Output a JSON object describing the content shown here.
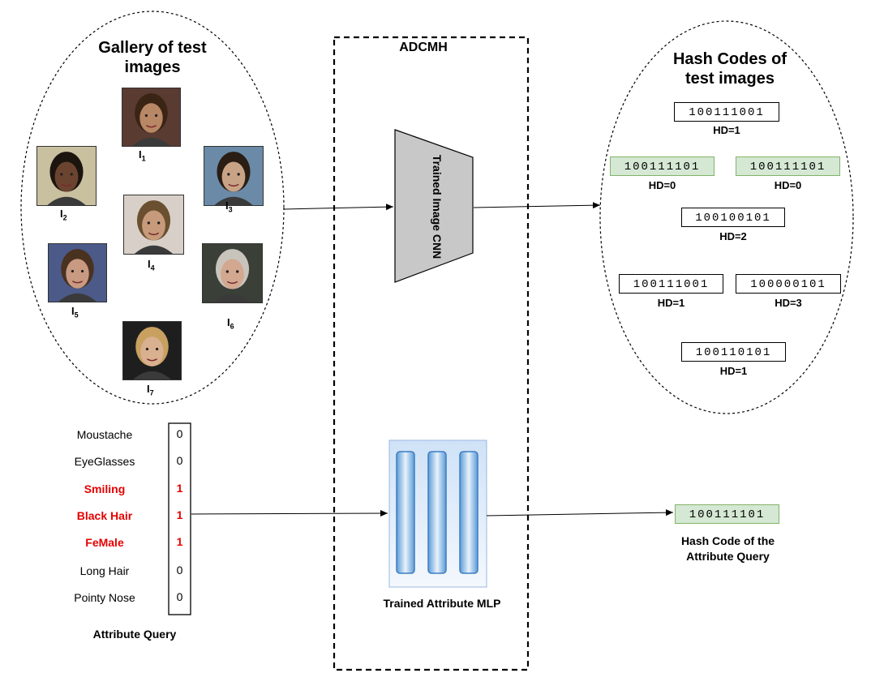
{
  "gallery": {
    "title_line1": "Gallery of test",
    "title_line2": "images",
    "images": [
      {
        "label": "I",
        "sub": "1",
        "skin": "#b88766",
        "hair": "#3a2414",
        "bg": "#5a3b32"
      },
      {
        "label": "I",
        "sub": "2",
        "skin": "#6b4430",
        "hair": "#1c140f",
        "bg": "#c9c0a0"
      },
      {
        "label": "I",
        "sub": "3",
        "skin": "#c9a386",
        "hair": "#2a1d14",
        "bg": "#6a8aa8"
      },
      {
        "label": "I",
        "sub": "4",
        "skin": "#c69a7a",
        "hair": "#6a5030",
        "bg": "#d8d0c8"
      },
      {
        "label": "I",
        "sub": "5",
        "skin": "#c99a82",
        "hair": "#4a3220",
        "bg": "#4b5a88"
      },
      {
        "label": "I",
        "sub": "6",
        "skin": "#d2a890",
        "hair": "#c8c4bc",
        "bg": "#3a3f38"
      },
      {
        "label": "I",
        "sub": "7",
        "skin": "#d9b090",
        "hair": "#c8a060",
        "bg": "#1e1e1e"
      }
    ]
  },
  "adcmh": {
    "title": "ADCMH",
    "cnn_label": "Trained Image CNN",
    "mlp_label": "Trained Attribute MLP"
  },
  "hash_codes": {
    "title_line1": "Hash Codes of",
    "title_line2": "test images",
    "items": [
      {
        "code": "100111001",
        "hd": "HD=1",
        "match": false
      },
      {
        "code": "100111101",
        "hd": "HD=0",
        "match": true
      },
      {
        "code": "100111101",
        "hd": "HD=0",
        "match": true
      },
      {
        "code": "100100101",
        "hd": "HD=2",
        "match": false
      },
      {
        "code": "100111001",
        "hd": "HD=1",
        "match": false
      },
      {
        "code": "100000101",
        "hd": "HD=3",
        "match": false
      },
      {
        "code": "100110101",
        "hd": "HD=1",
        "match": false
      }
    ]
  },
  "attribute_query": {
    "title": "Attribute Query",
    "attributes": [
      {
        "name": "Moustache",
        "value": "0",
        "selected": false
      },
      {
        "name": "EyeGlasses",
        "value": "0",
        "selected": false
      },
      {
        "name": "Smiling",
        "value": "1",
        "selected": true
      },
      {
        "name": "Black Hair",
        "value": "1",
        "selected": true
      },
      {
        "name": "FeMale",
        "value": "1",
        "selected": true
      },
      {
        "name": "Long Hair",
        "value": "0",
        "selected": false
      },
      {
        "name": "Pointy Nose",
        "value": "0",
        "selected": false
      }
    ]
  },
  "query_hash": {
    "code": "100111101",
    "label_line1": "Hash Code of the",
    "label_line2": "Attribute Query"
  },
  "colors": {
    "match_fill": "#d5e8d4",
    "match_stroke": "#82b366",
    "cnn_fill": "#c8c8c8",
    "selected_attr": "#e60000",
    "mlp_fill": "#dae8fc"
  }
}
